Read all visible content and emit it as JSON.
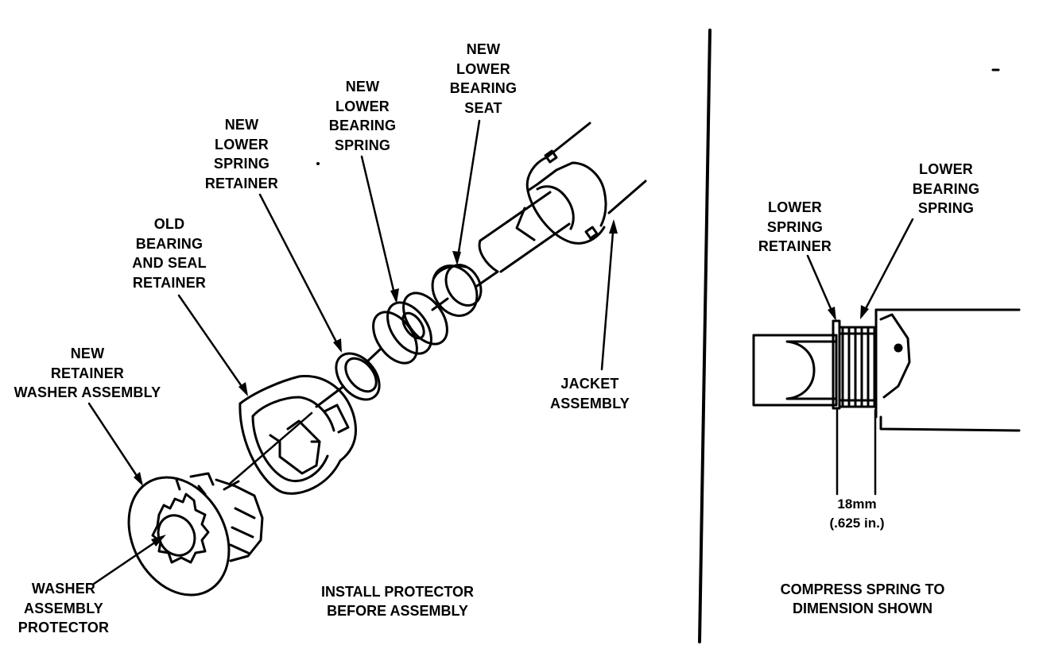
{
  "labels": {
    "new_lower_bearing_seat": "NEW\nLOWER\nBEARING\nSEAT",
    "new_lower_bearing_spring": "NEW\nLOWER\nBEARING\nSPRING",
    "new_lower_spring_retainer": "NEW\nLOWER\nSPRING\nRETAINER",
    "old_bearing_and_seal_retainer": "OLD\nBEARING\nAND SEAL\nRETAINER",
    "new_retainer_washer_assembly": "NEW\nRETAINER\nWASHER ASSEMBLY",
    "jacket_assembly": "JACKET\nASSEMBLY",
    "washer_assembly_protector": "WASHER\nASSEMBLY\nPROTECTOR",
    "lower_bearing_spring": "LOWER\nBEARING\nSPRING",
    "lower_spring_retainer": "LOWER\nSPRING\nRETAINER"
  },
  "captions": {
    "left": "INSTALL PROTECTOR\nBEFORE ASSEMBLY",
    "right": "COMPRESS SPRING TO\nDIMENSION SHOWN"
  },
  "dimension": {
    "metric": "18mm",
    "imperial": "(.625 in.)"
  }
}
